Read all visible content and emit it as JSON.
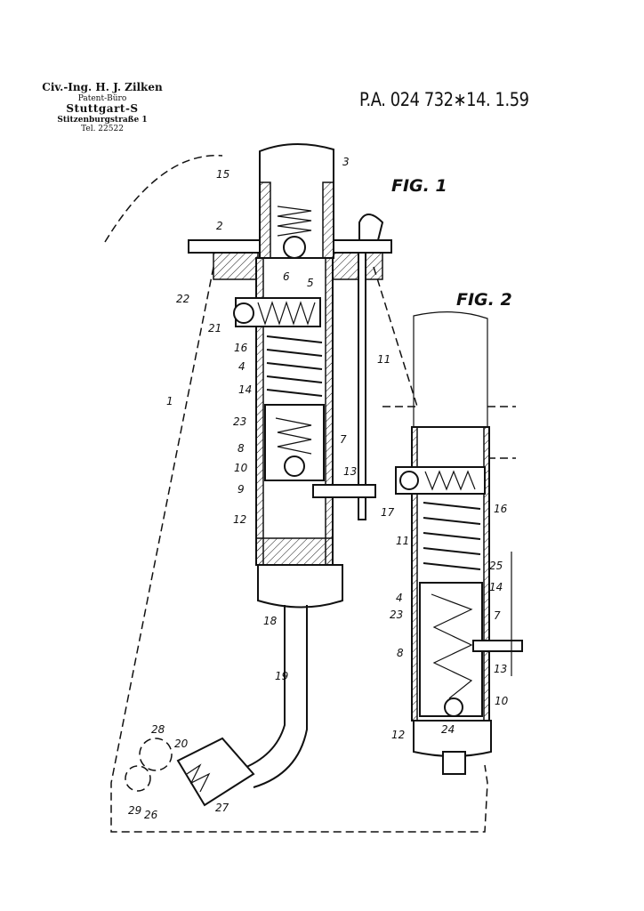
{
  "header": {
    "line1": "Civ.-Ing. H. J. Zilken",
    "line2": "Patent-Büro",
    "line3": "Stuttgart-S",
    "line4": "Stitzenburgstraße 1",
    "line5": "Tel. 22522"
  },
  "patent_number": "P.A. 024 732∗14. 1.59",
  "fig1": {
    "title": "FIG. 1",
    "labels": [
      "3",
      "15",
      "2",
      "6",
      "5",
      "22",
      "21",
      "16",
      "4",
      "11",
      "14",
      "1",
      "23",
      "8",
      "7",
      "10",
      "9",
      "13",
      "12",
      "17",
      "18",
      "19",
      "28",
      "20",
      "29",
      "26",
      "27"
    ]
  },
  "fig2": {
    "title": "FIG. 2",
    "labels": [
      "16",
      "11",
      "25",
      "14",
      "4",
      "23",
      "7",
      "8",
      "13",
      "10",
      "12",
      "24"
    ]
  }
}
